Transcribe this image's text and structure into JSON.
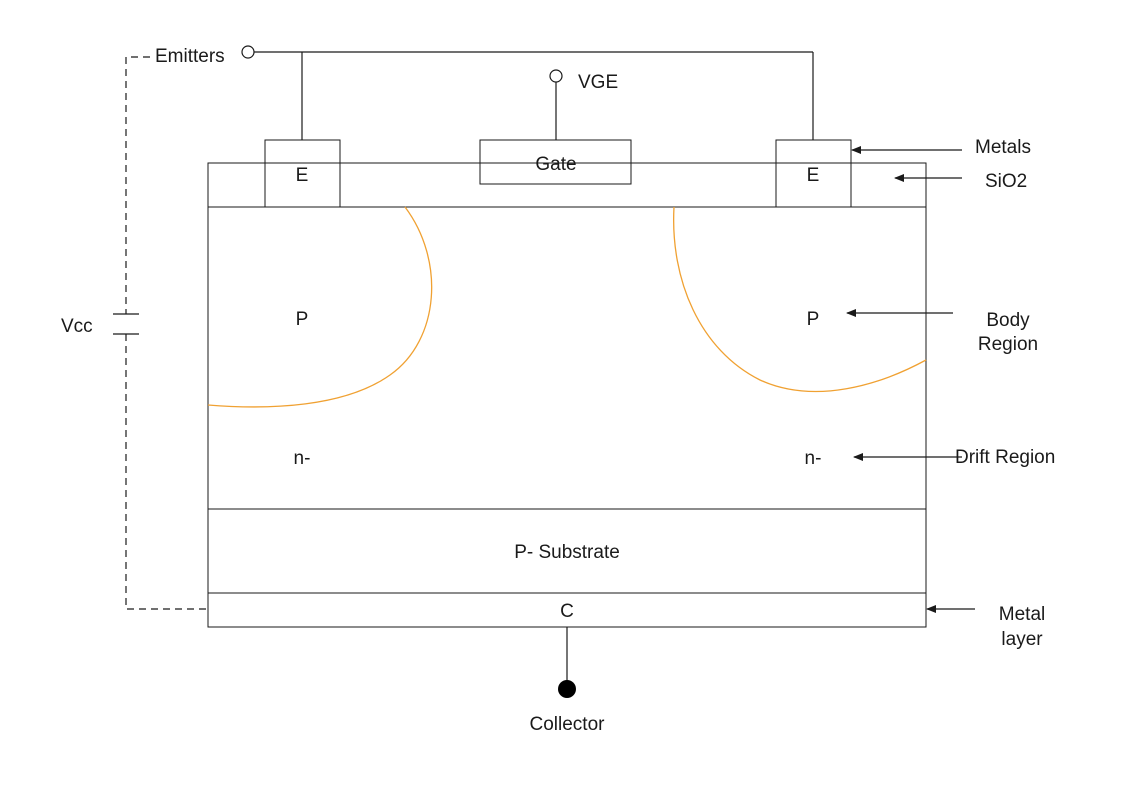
{
  "labels": {
    "emitters": "Emitters",
    "vge": "VGE",
    "vcc": "Vcc",
    "collector": "Collector"
  },
  "device": {
    "emitter_left": "E",
    "gate": "Gate",
    "emitter_right": "E",
    "body_left": "P",
    "body_right": "P",
    "drift_left": "n-",
    "drift_right": "n-",
    "substrate": "P- Substrate",
    "collector_layer": "C"
  },
  "annotations": {
    "metals": "Metals",
    "sio2": "SiO2",
    "body_region_line1": "Body",
    "body_region_line2": "Region",
    "drift_region": "Drift Region",
    "metal_layer_line1": "Metal",
    "metal_layer_line2": "layer"
  },
  "colors": {
    "oxide": "#e6e7f4",
    "metal_contact": "#ff7b7b",
    "silicon": "#e8f5f0",
    "substrate": "#d9d9d9",
    "collector_metal": "#b2e7de",
    "junction_line": "#f0a132"
  }
}
